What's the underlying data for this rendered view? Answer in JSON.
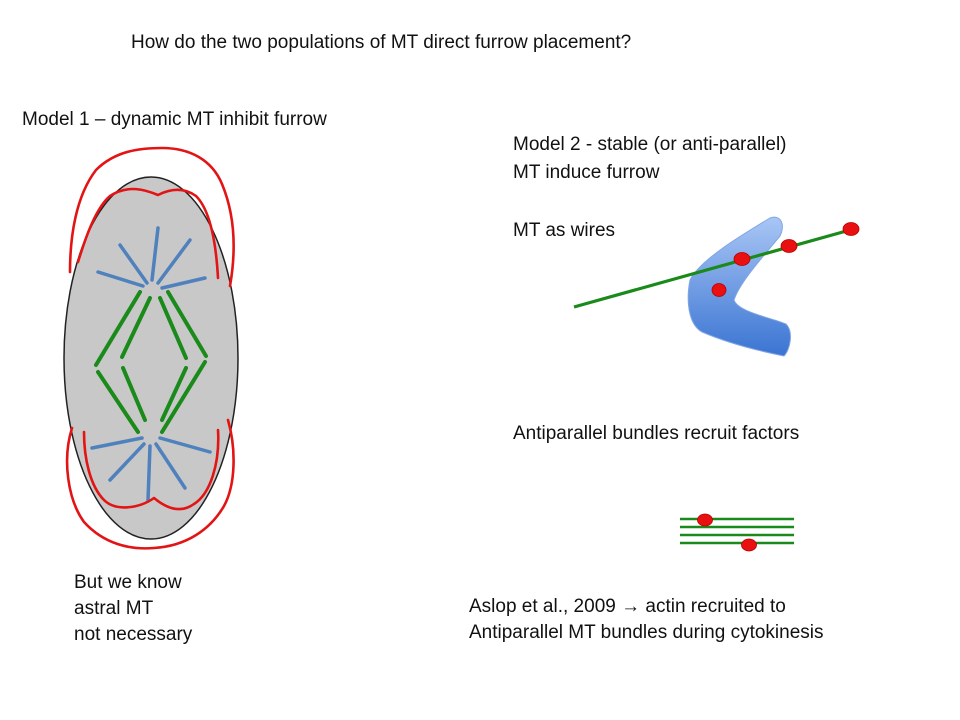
{
  "title": "How do the two populations of MT direct furrow placement?",
  "model1": {
    "heading": "Model 1 – dynamic MT inhibit furrow",
    "note_lines": [
      "But we know",
      "astral MT",
      "not necessary"
    ]
  },
  "model2": {
    "heading_lines": [
      "Model 2  - stable (or anti-parallel)",
      "MT induce furrow"
    ],
    "wires_label": "MT as wires",
    "bundles_label": "Antiparallel bundles recruit factors"
  },
  "citation": {
    "line1_before": "Aslop et al., 2009 ",
    "arrow": "→",
    "line1_after": " actin recruited to",
    "line2": "Antiparallel MT bundles during cytokinesis"
  },
  "colors": {
    "cell_fill": "#c8c8c8",
    "astral_mt": "#4f81bd",
    "spindle_mt": "#1a8a1a",
    "inhibition_outline": "#e21414",
    "actin_shape": "#5a8fe0",
    "factor_dots": "#e81010"
  }
}
